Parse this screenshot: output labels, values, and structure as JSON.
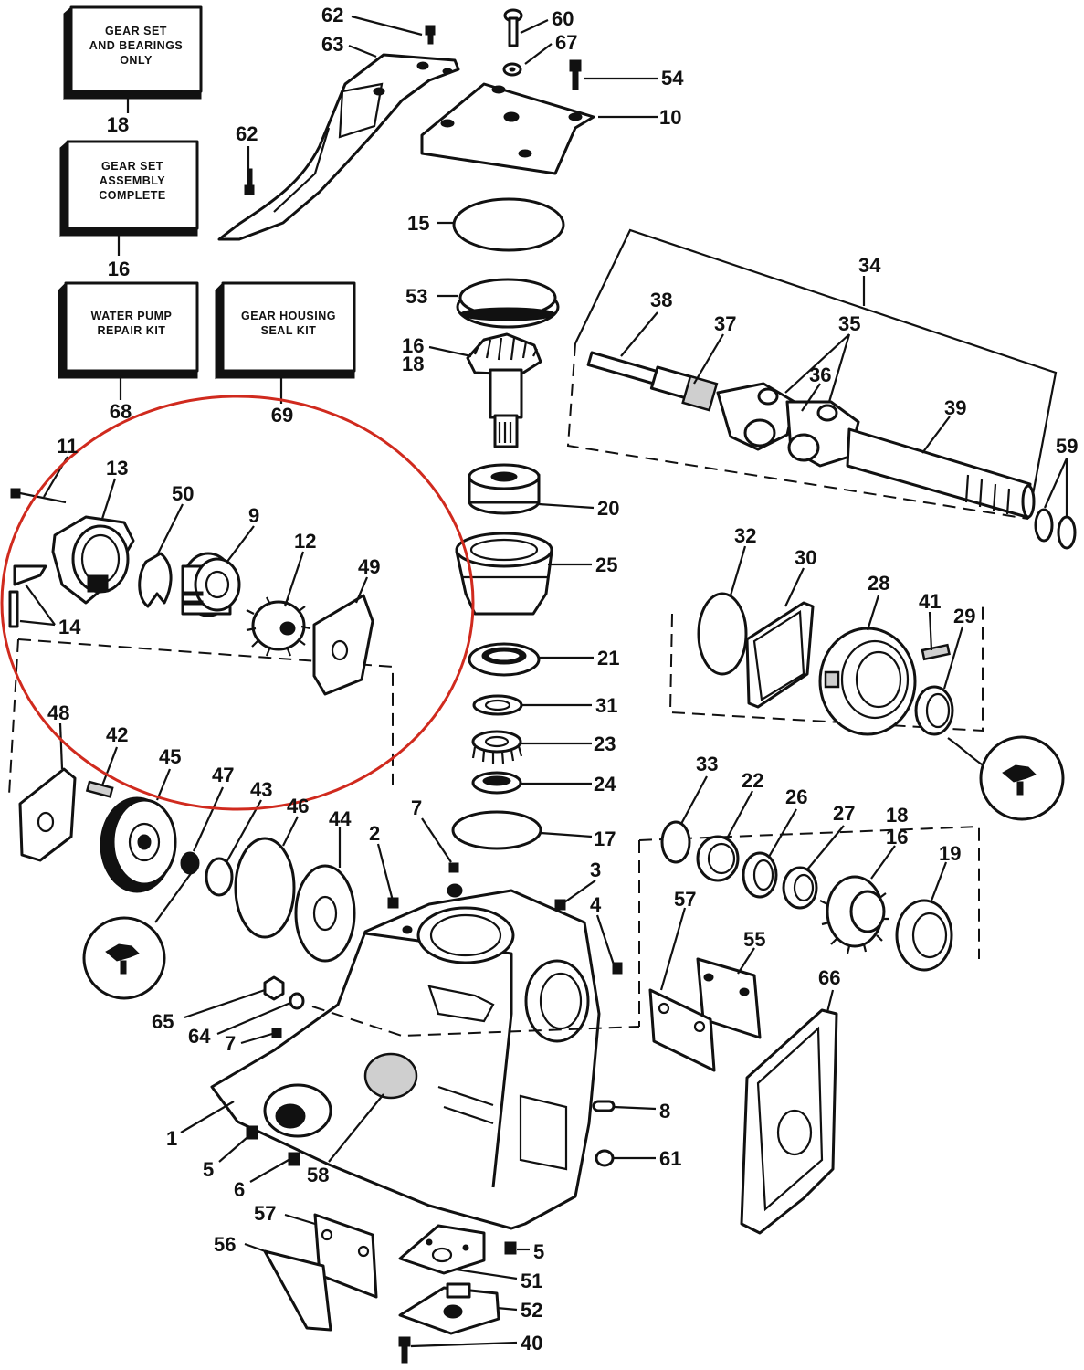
{
  "kits": [
    {
      "id": "18",
      "lines": [
        "GEAR SET",
        "AND BEARINGS",
        "ONLY"
      ]
    },
    {
      "id": "16",
      "lines": [
        "GEAR SET",
        "ASSEMBLY",
        "COMPLETE"
      ]
    },
    {
      "id": "68",
      "lines": [
        "WATER PUMP",
        "REPAIR KIT"
      ]
    },
    {
      "id": "69",
      "lines": [
        "GEAR HOUSING",
        "SEAL KIT"
      ]
    }
  ],
  "part_labels": [
    {
      "key": "p62a",
      "text": "62"
    },
    {
      "key": "p63",
      "text": "63"
    },
    {
      "key": "p60",
      "text": "60"
    },
    {
      "key": "p67",
      "text": "67"
    },
    {
      "key": "p54",
      "text": "54"
    },
    {
      "key": "p10",
      "text": "10"
    },
    {
      "key": "p62b",
      "text": "62"
    },
    {
      "key": "p15",
      "text": "15"
    },
    {
      "key": "p34",
      "text": "34"
    },
    {
      "key": "p53",
      "text": "53"
    },
    {
      "key": "p38",
      "text": "38"
    },
    {
      "key": "p37",
      "text": "37"
    },
    {
      "key": "p35",
      "text": "35"
    },
    {
      "key": "p16a",
      "text": "16"
    },
    {
      "key": "p18a",
      "text": "18"
    },
    {
      "key": "p36",
      "text": "36"
    },
    {
      "key": "p39",
      "text": "39"
    },
    {
      "key": "p59",
      "text": "59"
    },
    {
      "key": "p11",
      "text": "11"
    },
    {
      "key": "p13",
      "text": "13"
    },
    {
      "key": "p50",
      "text": "50"
    },
    {
      "key": "p9",
      "text": "9"
    },
    {
      "key": "p12",
      "text": "12"
    },
    {
      "key": "p49",
      "text": "49"
    },
    {
      "key": "p14",
      "text": "14"
    },
    {
      "key": "p20",
      "text": "20"
    },
    {
      "key": "p25",
      "text": "25"
    },
    {
      "key": "p32",
      "text": "32"
    },
    {
      "key": "p30",
      "text": "30"
    },
    {
      "key": "p28",
      "text": "28"
    },
    {
      "key": "p41",
      "text": "41"
    },
    {
      "key": "p29",
      "text": "29"
    },
    {
      "key": "p21",
      "text": "21"
    },
    {
      "key": "p31",
      "text": "31"
    },
    {
      "key": "p23",
      "text": "23"
    },
    {
      "key": "p24",
      "text": "24"
    },
    {
      "key": "p17",
      "text": "17"
    },
    {
      "key": "p48",
      "text": "48"
    },
    {
      "key": "p42",
      "text": "42"
    },
    {
      "key": "p45",
      "text": "45"
    },
    {
      "key": "p47",
      "text": "47"
    },
    {
      "key": "p43",
      "text": "43"
    },
    {
      "key": "p46",
      "text": "46"
    },
    {
      "key": "p44",
      "text": "44"
    },
    {
      "key": "p2",
      "text": "2"
    },
    {
      "key": "p7a",
      "text": "7"
    },
    {
      "key": "p3",
      "text": "3"
    },
    {
      "key": "p4",
      "text": "4"
    },
    {
      "key": "p33",
      "text": "33"
    },
    {
      "key": "p22",
      "text": "22"
    },
    {
      "key": "p26",
      "text": "26"
    },
    {
      "key": "p27",
      "text": "27"
    },
    {
      "key": "p18b",
      "text": "18"
    },
    {
      "key": "p16b",
      "text": "16"
    },
    {
      "key": "p19",
      "text": "19"
    },
    {
      "key": "p57a",
      "text": "57"
    },
    {
      "key": "p55",
      "text": "55"
    },
    {
      "key": "p66",
      "text": "66"
    },
    {
      "key": "p65",
      "text": "65"
    },
    {
      "key": "p64",
      "text": "64"
    },
    {
      "key": "p7b",
      "text": "7"
    },
    {
      "key": "p8",
      "text": "8"
    },
    {
      "key": "p1",
      "text": "1"
    },
    {
      "key": "p5a",
      "text": "5"
    },
    {
      "key": "p6",
      "text": "6"
    },
    {
      "key": "p58",
      "text": "58"
    },
    {
      "key": "p61",
      "text": "61"
    },
    {
      "key": "p57b",
      "text": "57"
    },
    {
      "key": "p56",
      "text": "56"
    },
    {
      "key": "p5b",
      "text": "5"
    },
    {
      "key": "p51",
      "text": "51"
    },
    {
      "key": "p52",
      "text": "52"
    },
    {
      "key": "p40",
      "text": "40"
    }
  ],
  "colors": {
    "ink": "#111111",
    "paper": "#ffffff",
    "highlight": "#d02a1e"
  }
}
